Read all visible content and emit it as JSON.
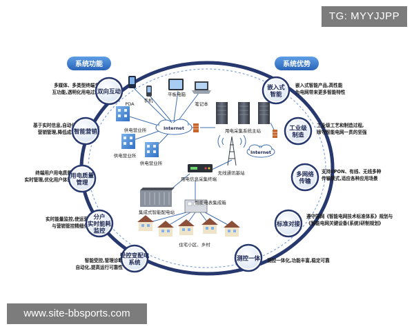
{
  "watermarks": {
    "top": "TG: MYYJJPP",
    "bottom": "www.site-bbsports.com"
  },
  "headers": {
    "left": "系统功能",
    "right": "系统优势"
  },
  "left_nodes": [
    {
      "label": [
        "双向互动"
      ],
      "desc": [
        "多媒体、多类型终端交",
        "互功能,透明化用电过程"
      ]
    },
    {
      "label": [
        "智能营销"
      ],
      "desc": [
        "基于实时信息,自动化",
        "营销管理,降低成本"
      ]
    },
    {
      "label": [
        "用电质量",
        "管理"
      ],
      "desc": [
        "终端用户用电质量",
        "实时管理,优化用户体验"
      ]
    },
    {
      "label": [
        "分户",
        "实时能耗",
        "监控"
      ],
      "desc": [
        "实时能量监控,使运营",
        "与营销管控精细化"
      ]
    },
    {
      "label": [
        "受控变配电",
        "系统"
      ],
      "desc": [
        "智能受控,管理诊断",
        "自动化,提高运行可靠性"
      ]
    }
  ],
  "right_nodes": [
    {
      "label": [
        "嵌入式",
        "智能"
      ],
      "desc": [
        "嵌入式智能产品,高性能",
        "为电网带来更多智能特性"
      ]
    },
    {
      "label": [
        "工业级",
        "制造"
      ],
      "desc": [
        "工业级工艺和制造过程,",
        "缔守智能电网一贯的坚强"
      ]
    },
    {
      "label": [
        "多网络",
        "传输"
      ],
      "desc": [
        "支持EPON、有线、无线多种",
        "传输模式,适应各种应用场景"
      ]
    },
    {
      "label": [
        "标准对接"
      ],
      "desc": [
        "遵守国网《智能电网技术标准体系》规划与",
        "《智能电网关键设备(系统)研制规划》"
      ]
    },
    {
      "label": [
        "测控一体"
      ],
      "desc": [
        "测控一体化,功能丰富,稳定可靠"
      ]
    }
  ],
  "center": {
    "pda": "PDA",
    "phone": "手机",
    "tablet": "平板电脑",
    "laptop": "笔记本",
    "internet_left": "Internet",
    "internet_right": "Internet",
    "sales_office_1": "供电营业所",
    "sales_office_2": "供电营业所",
    "sales_office_3": "供电营业所",
    "master_station": "用电采集系统主站",
    "wireless_station": "无线通讯基站",
    "collection_terminal": "用电信息采集终端",
    "substation": "集成式智能配电站",
    "meter_box": "智能电表集成箱",
    "residential": "住宅小区、乡村"
  },
  "colors": {
    "ring": "#26386e",
    "node_text": "#1a2450",
    "accent": "#3b7fd0",
    "line": "#3f6fb3"
  }
}
